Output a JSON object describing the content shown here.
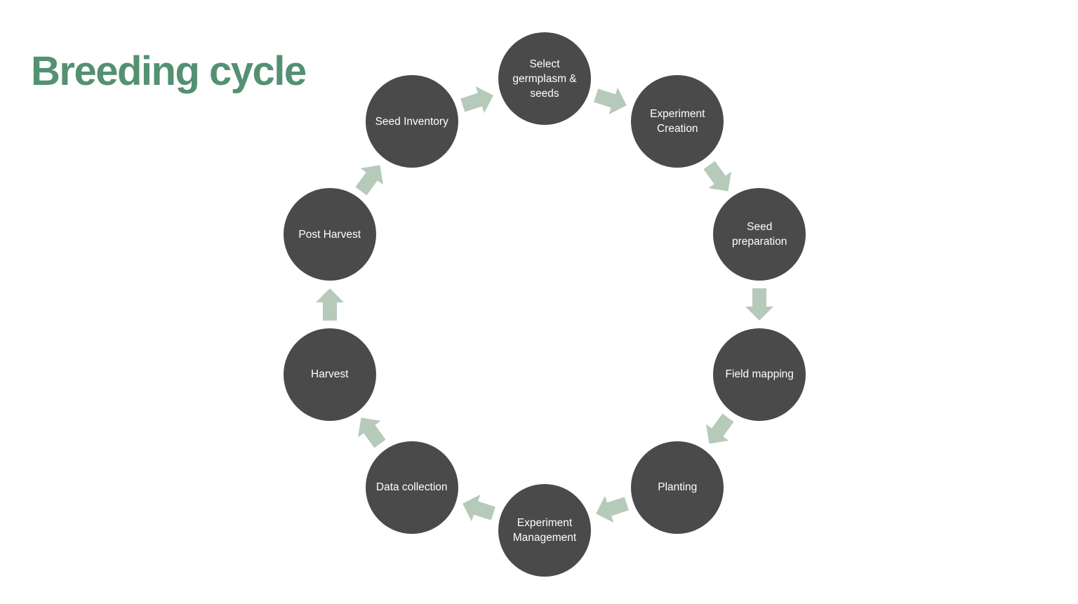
{
  "title": "Breeding cycle",
  "colors": {
    "background": "#ffffff",
    "title": "#539171",
    "circle": "#4a4a4a",
    "circle_text": "#ffffff",
    "arrow": "#b6caba"
  },
  "cycle": {
    "direction": "clockwise",
    "steps": [
      {
        "label": "Select germplasm & seeds"
      },
      {
        "label": "Experiment Creation"
      },
      {
        "label": "Seed preparation"
      },
      {
        "label": "Field mapping"
      },
      {
        "label": "Planting"
      },
      {
        "label": "Experiment Management"
      },
      {
        "label": "Data collection"
      },
      {
        "label": "Harvest"
      },
      {
        "label": "Post Harvest"
      },
      {
        "label": "Seed Inventory"
      }
    ]
  }
}
